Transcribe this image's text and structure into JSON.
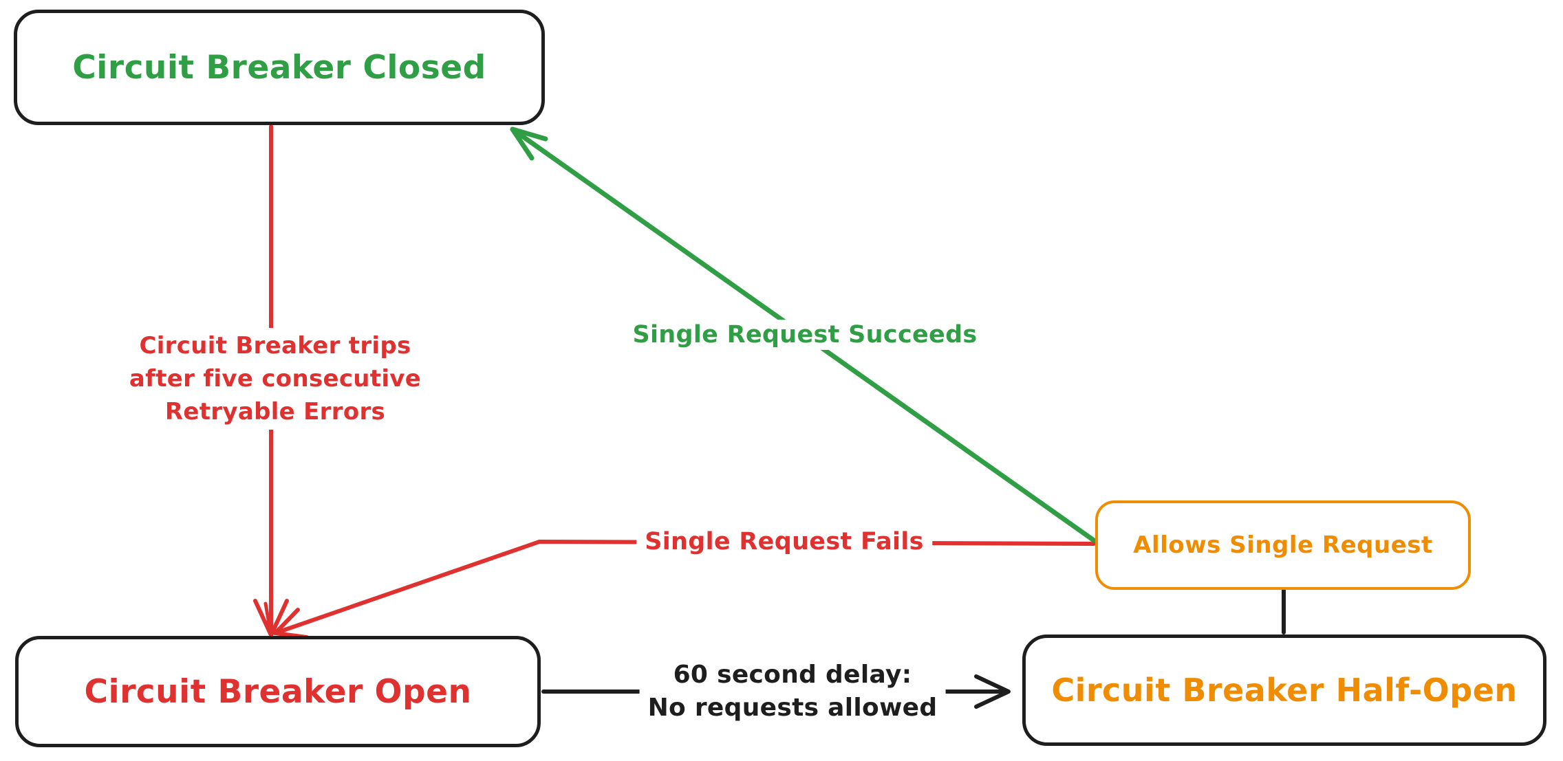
{
  "colors": {
    "ink": "#1e1e1e",
    "red": "#e03131",
    "green": "#2f9e44",
    "orange": "#f08c00",
    "paper": "#ffffff"
  },
  "nodes": {
    "closed": {
      "label": "Circuit Breaker Closed",
      "color": "#2f9e44"
    },
    "open": {
      "label": "Circuit Breaker Open",
      "color": "#e03131"
    },
    "half_open": {
      "label": "Circuit Breaker Half-Open",
      "color": "#f08c00"
    },
    "allows": {
      "label": "Allows Single Request",
      "color": "#f08c00"
    }
  },
  "edges": {
    "trip": {
      "label_lines": [
        "Circuit Breaker trips",
        "after five consecutive",
        "Retryable Errors"
      ],
      "color": "#e03131"
    },
    "succeeds": {
      "label": "Single Request Succeeds",
      "color": "#2f9e44"
    },
    "fails": {
      "label": "Single Request Fails",
      "color": "#e03131"
    },
    "delay": {
      "label_lines": [
        "60 second delay:",
        "No requests allowed"
      ],
      "color": "#1e1e1e"
    }
  }
}
